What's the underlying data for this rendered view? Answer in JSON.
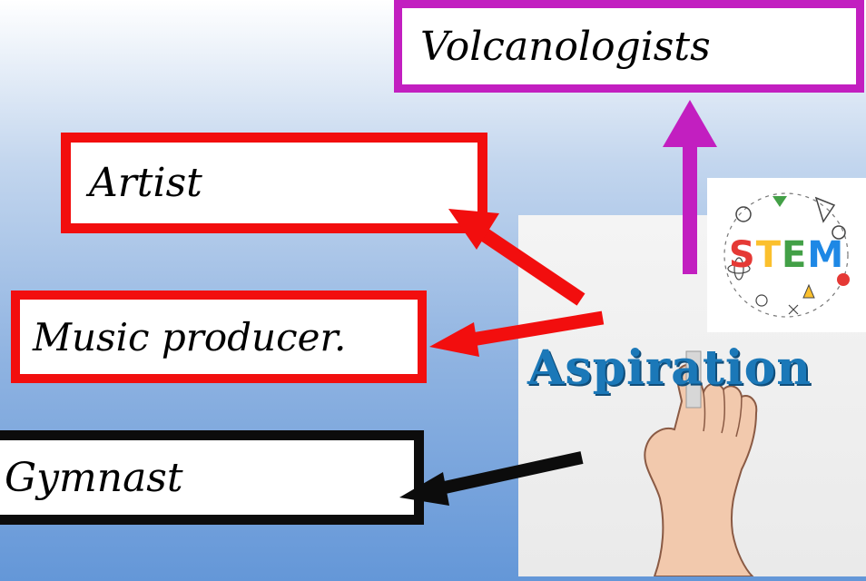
{
  "labels": {
    "volcanologists": "Volcanologists",
    "artist": "Artist",
    "music_producer": "Music producer.",
    "gymnast": "Gymnast"
  },
  "images": {
    "aspiration_text": "Aspiration",
    "stem_letters": [
      "S",
      "T",
      "E",
      "M"
    ]
  },
  "colors": {
    "magenta": "#c21fc0",
    "red": "#f20e0e",
    "black": "#0c0c0c",
    "aspiration_blue": "#1b78b8"
  }
}
